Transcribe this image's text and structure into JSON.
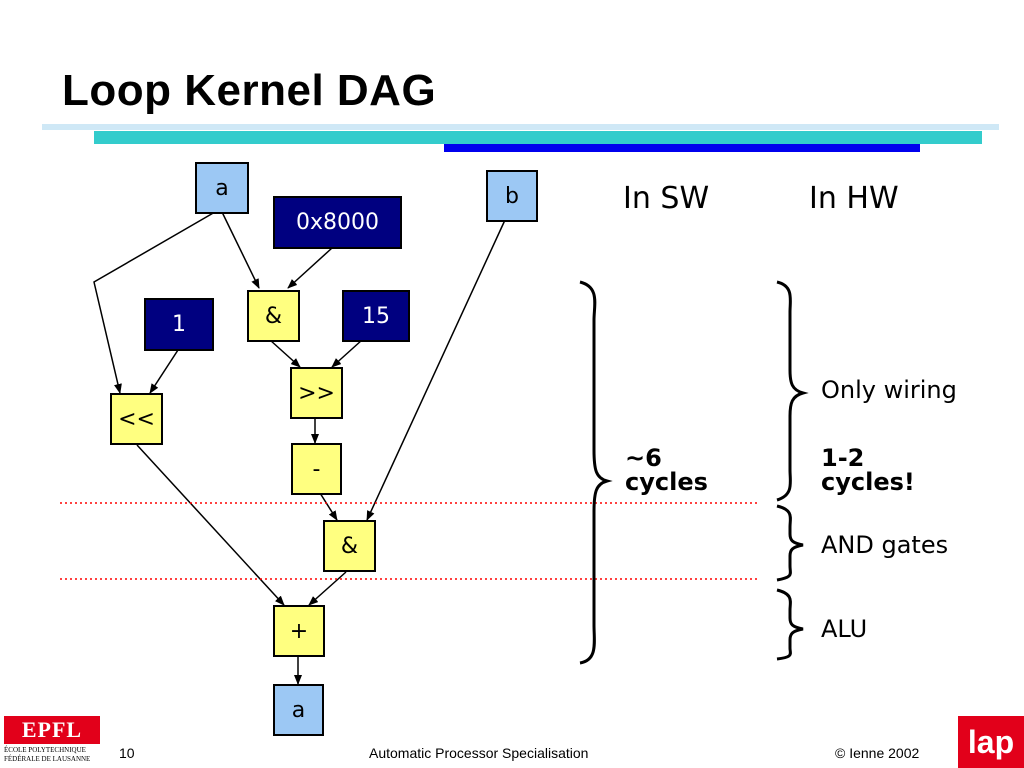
{
  "slide": {
    "title": "Loop Kernel DAG",
    "page_number": "10",
    "footer_center": "Automatic Processor Specialisation",
    "footer_right": "© Ienne 2002",
    "logo_left": "EPFL",
    "logo_left_sub1": "ÉCOLE POLYTECHNIQUE",
    "logo_left_sub2": "FÉDÉRALE DE LAUSANNE",
    "logo_right": "lap"
  },
  "colors": {
    "variable_node": "#9cc8f4",
    "constant_node": "#000080",
    "operator_node": "#ffff80",
    "accent_teal": "#33cccc",
    "accent_blue": "#0000ee",
    "separator_red": "#cc0000"
  },
  "dag": {
    "nodes": {
      "a_in": "a",
      "b_in": "b",
      "c_8000": "0x8000",
      "c_1": "1",
      "c_15": "15",
      "and1": "&",
      "shl": "<<",
      "shr": ">>",
      "neg": "-",
      "and2": "&",
      "add": "+",
      "a_out": "a"
    }
  },
  "columns": {
    "sw_header": "In SW",
    "hw_header": "In HW"
  },
  "annotations": {
    "sw_cycles_line1": "~6",
    "sw_cycles_line2": "cycles",
    "hw_wiring": "Only wiring",
    "hw_cycles_line1": "1-2",
    "hw_cycles_line2": "cycles!",
    "hw_and": "AND gates",
    "hw_alu": "ALU"
  }
}
